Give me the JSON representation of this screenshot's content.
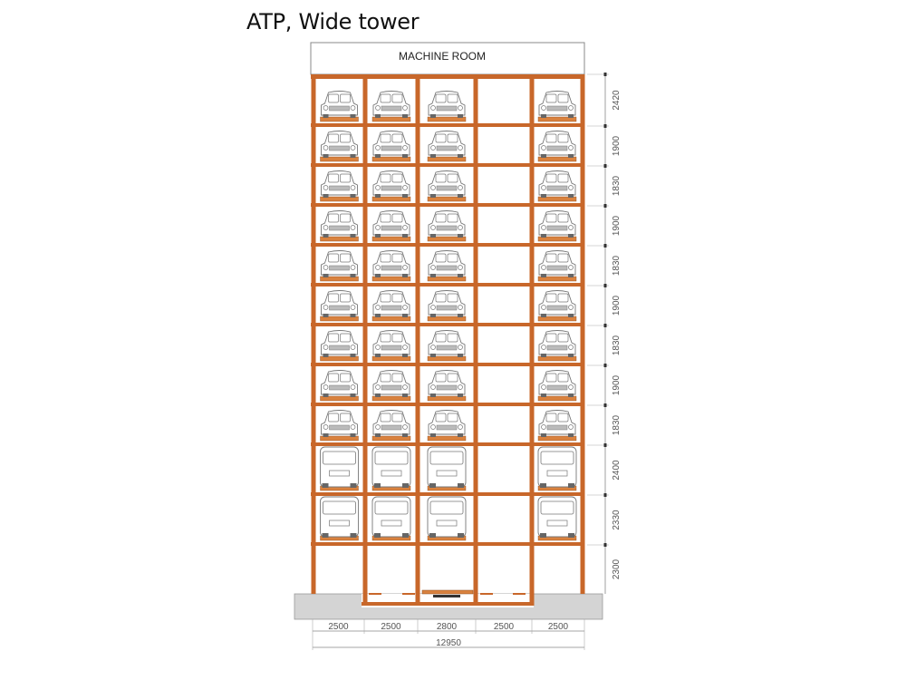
{
  "title": "ATP, Wide tower",
  "machine_room_label": "MACHINE ROOM",
  "colors": {
    "steel": "#c8672a",
    "pallet": "#d9823f",
    "ground": "#d4d4d4",
    "line": "#777777"
  },
  "tower": {
    "columns": 5,
    "empty_column_index": 3,
    "levels": [
      {
        "height_label": "2420",
        "vehicle": "car"
      },
      {
        "height_label": "1900",
        "vehicle": "car"
      },
      {
        "height_label": "1830",
        "vehicle": "car"
      },
      {
        "height_label": "1900",
        "vehicle": "car"
      },
      {
        "height_label": "1830",
        "vehicle": "car"
      },
      {
        "height_label": "1900",
        "vehicle": "car"
      },
      {
        "height_label": "1830",
        "vehicle": "car"
      },
      {
        "height_label": "1900",
        "vehicle": "car"
      },
      {
        "height_label": "1830",
        "vehicle": "car"
      },
      {
        "height_label": "2400",
        "vehicle": "van"
      },
      {
        "height_label": "2330",
        "vehicle": "van"
      },
      {
        "height_label": "2300",
        "vehicle": "none"
      }
    ]
  },
  "width_dimensions": [
    "2500",
    "2500",
    "2800",
    "2500",
    "2500"
  ],
  "total_width": "12950"
}
